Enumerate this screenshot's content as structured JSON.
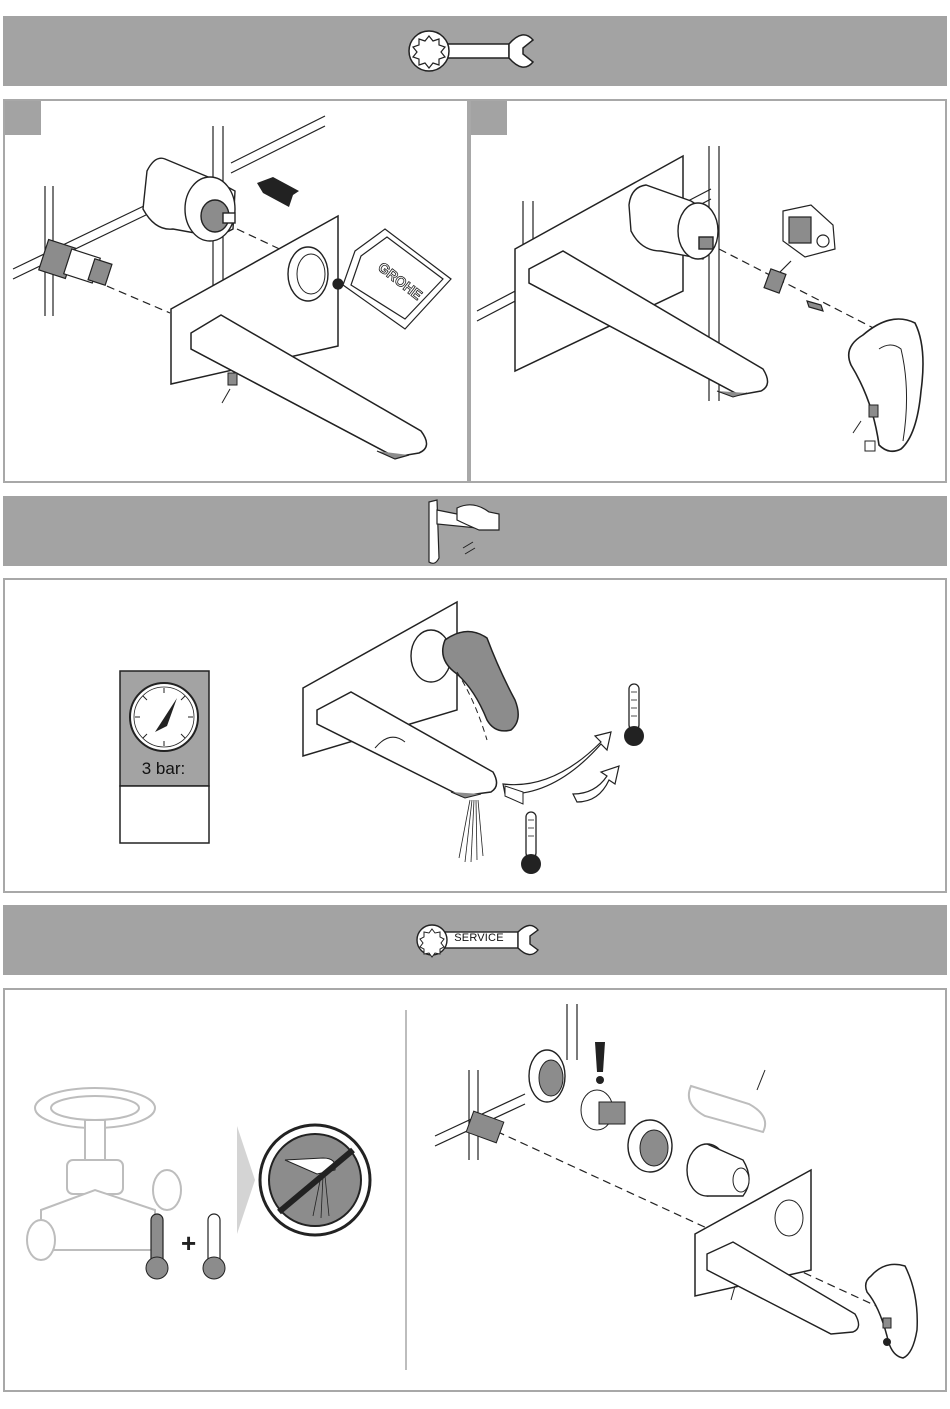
{
  "colors": {
    "band": "#a3a3a3",
    "panel_border": "#a8a8a8",
    "line": "#222222",
    "gray_part": "#8c8c8c",
    "light_line": "#bdbdbd"
  },
  "icons": {
    "installation": "wrench-with-gear-icon",
    "operation": "hand-on-faucet-icon",
    "service": "service-wrench-icon"
  },
  "pressure": {
    "label": "3 bar:"
  },
  "service": {
    "label": "SERVICE"
  },
  "sections": [
    "installation",
    "operation",
    "service"
  ]
}
